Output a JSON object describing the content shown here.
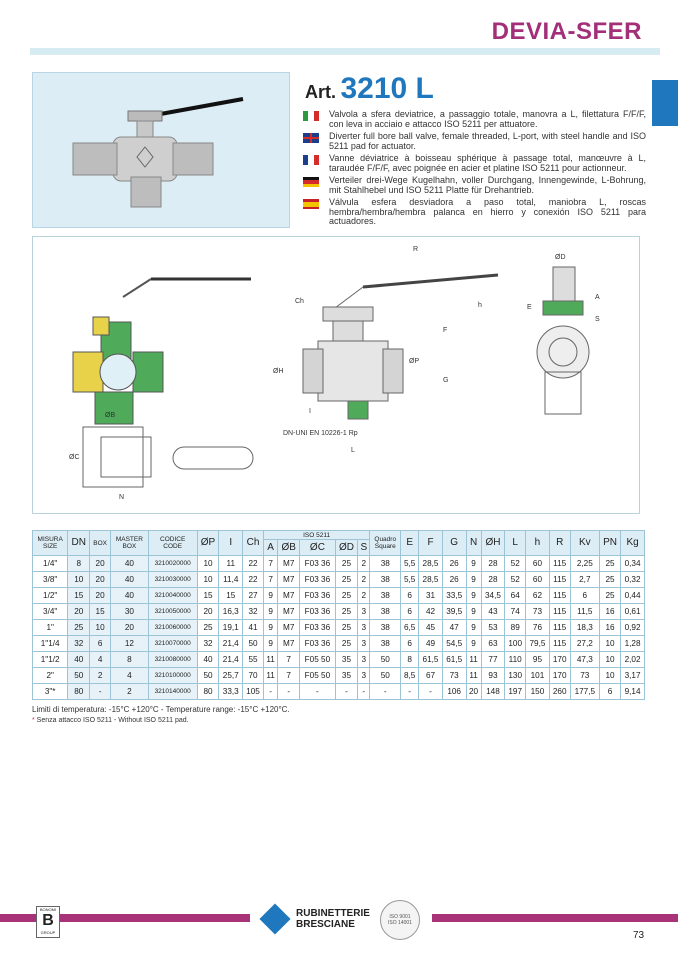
{
  "header": {
    "section_title": "DEVIA-SFER"
  },
  "article": {
    "prefix": "Art.",
    "number": "3210 L"
  },
  "descriptions": [
    {
      "lang": "it",
      "colors": [
        "#2e9a3f",
        "#ffffff",
        "#d62b2b"
      ],
      "text": "Valvola a sfera deviatrice, a passaggio totale, manovra a L, filettatura F/F/F, con leva in acciaio e attacco ISO 5211 per attuatore."
    },
    {
      "lang": "en",
      "colors": [
        "#1c3f8c",
        "#ffffff",
        "#d62b2b"
      ],
      "text": "Diverter full bore ball valve, female threaded, L-port, with steel handle and ISO 5211 pad for actuator."
    },
    {
      "lang": "fr",
      "colors": [
        "#1c3f8c",
        "#ffffff",
        "#d62b2b"
      ],
      "text": "Vanne déviatrice à boisseau sphérique à passage total, manœuvre à L, taraudée F/F/F, avec poignée en acier et platine ISO 5211 pour actionneur."
    },
    {
      "lang": "de",
      "colors": [
        "#111111",
        "#d62b2b",
        "#f2c500"
      ],
      "text": "Verteiler drei-Wege Kugelhahn, voller Durchgang, Innengewinde, L-Bohrung, mit Stahlhebel und ISO 5211 Platte für Drehantrieb."
    },
    {
      "lang": "es",
      "colors": [
        "#c8202a",
        "#f2c500",
        "#c8202a"
      ],
      "text": "Válvula esfera desviadora a paso total, maniobra L, roscas hembra/hembra/hembra palanca en hierro y conexión ISO 5211 para actuadores."
    }
  ],
  "diagram_labels": {
    "R": "R",
    "h": "h",
    "Ch": "Ch",
    "OH": "ØH",
    "OP": "ØP",
    "F": "F",
    "G": "G",
    "I": "I",
    "L": "L",
    "thread": "DN-UNI EN 10226-1 Rp",
    "OD": "ØD",
    "E": "E",
    "A": "A",
    "S": "S",
    "OB": "ØB",
    "OC": "ØC",
    "N": "N"
  },
  "table": {
    "headers": {
      "misura": "MISURA",
      "size": "SIZE",
      "dn": "DN",
      "box": "BOX",
      "master1": "MASTER",
      "master2": "BOX",
      "codice": "CODICE",
      "code": "CODE",
      "op": "ØP",
      "i": "I",
      "ch": "Ch",
      "iso": "ISO 5211",
      "a": "A",
      "ob": "ØB",
      "oc": "ØC",
      "od": "ØD",
      "s": "S",
      "quadro": "Quadro",
      "square": "Square",
      "e": "E",
      "f": "F",
      "g": "G",
      "n": "N",
      "oh": "ØH",
      "l": "L",
      "h": "h",
      "r": "R",
      "kv": "Kv",
      "pn": "PN",
      "kg": "Kg"
    },
    "rows": [
      [
        "1/4\"",
        "8",
        "20",
        "40",
        "3210020000",
        "10",
        "11",
        "22",
        "7",
        "M7",
        "F03 36",
        "25",
        "2",
        "38",
        "5,5",
        "28,5",
        "26",
        "9",
        "28",
        "52",
        "60",
        "115",
        "2,25",
        "25",
        "0,34"
      ],
      [
        "3/8\"",
        "10",
        "20",
        "40",
        "3210030000",
        "10",
        "11,4",
        "22",
        "7",
        "M7",
        "F03 36",
        "25",
        "2",
        "38",
        "5,5",
        "28,5",
        "26",
        "9",
        "28",
        "52",
        "60",
        "115",
        "2,7",
        "25",
        "0,32"
      ],
      [
        "1/2\"",
        "15",
        "20",
        "40",
        "3210040000",
        "15",
        "15",
        "27",
        "9",
        "M7",
        "F03 36",
        "25",
        "2",
        "38",
        "6",
        "31",
        "33,5",
        "9",
        "34,5",
        "64",
        "62",
        "115",
        "6",
        "25",
        "0,44"
      ],
      [
        "3/4\"",
        "20",
        "15",
        "30",
        "3210050000",
        "20",
        "16,3",
        "32",
        "9",
        "M7",
        "F03 36",
        "25",
        "3",
        "38",
        "6",
        "42",
        "39,5",
        "9",
        "43",
        "74",
        "73",
        "115",
        "11,5",
        "16",
        "0,61"
      ],
      [
        "1\"",
        "25",
        "10",
        "20",
        "3210060000",
        "25",
        "19,1",
        "41",
        "9",
        "M7",
        "F03 36",
        "25",
        "3",
        "38",
        "6,5",
        "45",
        "47",
        "9",
        "53",
        "89",
        "76",
        "115",
        "18,3",
        "16",
        "0,92"
      ],
      [
        "1\"1/4",
        "32",
        "6",
        "12",
        "3210070000",
        "32",
        "21,4",
        "50",
        "9",
        "M7",
        "F03 36",
        "25",
        "3",
        "38",
        "6",
        "49",
        "54,5",
        "9",
        "63",
        "100",
        "79,5",
        "115",
        "27,2",
        "10",
        "1,28"
      ],
      [
        "1\"1/2",
        "40",
        "4",
        "8",
        "3210080000",
        "40",
        "21,4",
        "55",
        "11",
        "7",
        "F05 50",
        "35",
        "3",
        "50",
        "8",
        "61,5",
        "61,5",
        "11",
        "77",
        "110",
        "95",
        "170",
        "47,3",
        "10",
        "2,02"
      ],
      [
        "2\"",
        "50",
        "2",
        "4",
        "3210100000",
        "50",
        "25,7",
        "70",
        "11",
        "7",
        "F05 50",
        "35",
        "3",
        "50",
        "8,5",
        "67",
        "73",
        "11",
        "93",
        "130",
        "101",
        "170",
        "73",
        "10",
        "3,17"
      ],
      [
        "3\"*",
        "80",
        "-",
        "2",
        "3210140000",
        "80",
        "33,3",
        "105",
        "-",
        "-",
        "-",
        "-",
        "-",
        "-",
        "-",
        "-",
        "106",
        "20",
        "148",
        "197",
        "150",
        "260",
        "177,5",
        "6",
        "9,14"
      ]
    ]
  },
  "notes": {
    "temperature": "Limiti di temperatura: -15°C +120°C - Temperature range: -15°C +120°C.",
    "asterisk": "*",
    "iso": " Senza attacco ISO 5211 - Without ISO 5211 pad."
  },
  "footer": {
    "group_logo": "BONOMI B GROUP",
    "brand_line1": "RUBINETTERIE",
    "brand_line2": "BRESCIANE",
    "cert": "ISO 9001 ISO 14001",
    "page": "73"
  }
}
